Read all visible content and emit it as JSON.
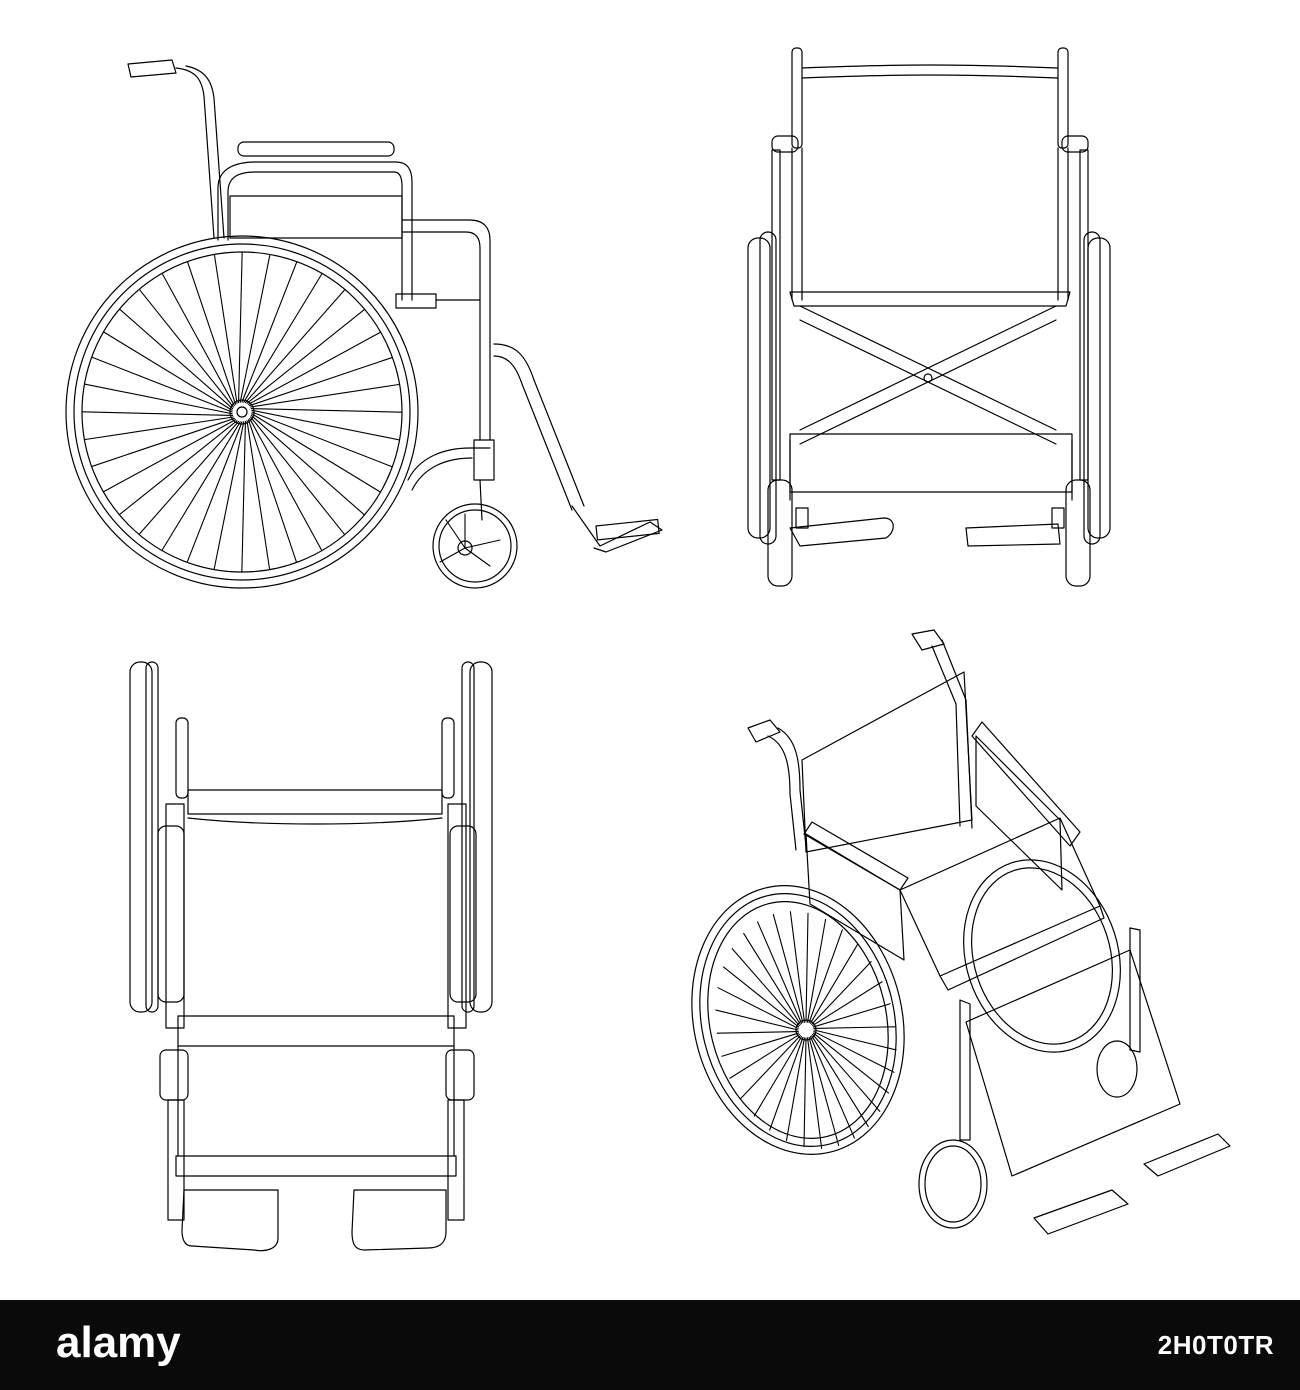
{
  "footer": {
    "brand": "alamy",
    "image_code": "2H0T0TR",
    "background": "#0a0a0a",
    "text_color": "#ffffff"
  },
  "illustration": {
    "style": "black outline line drawing",
    "views": [
      "side-view",
      "front-view",
      "top-view",
      "isometric-view"
    ]
  }
}
